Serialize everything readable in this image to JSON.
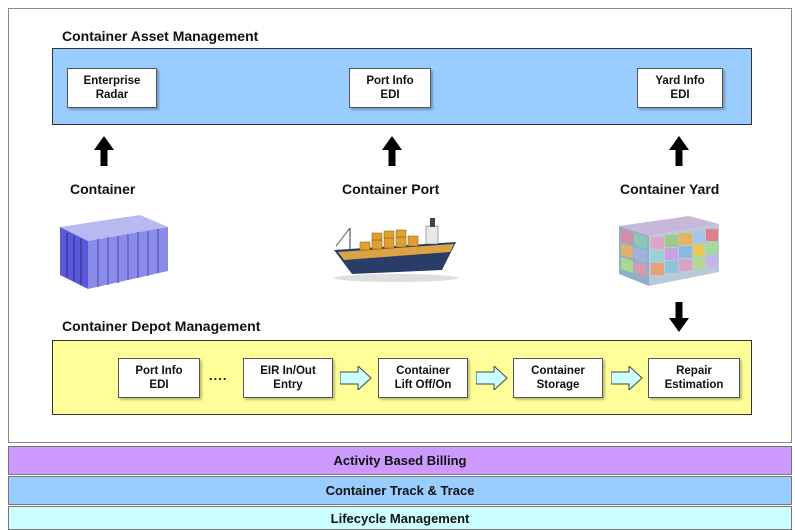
{
  "asset": {
    "title": "Container Asset Management",
    "boxes": [
      {
        "line1": "Enterprise",
        "line2": "Radar"
      },
      {
        "line1": "Port Info",
        "line2": "EDI"
      },
      {
        "line1": "Yard Info",
        "line2": "EDI"
      }
    ]
  },
  "sources": {
    "container": "Container",
    "port": "Container Port",
    "yard": "Container Yard"
  },
  "depot": {
    "title": "Container Depot Management",
    "ellipsis": "....",
    "steps": [
      {
        "line1": "Port Info",
        "line2": "EDI"
      },
      {
        "line1": "EIR In/Out",
        "line2": "Entry"
      },
      {
        "line1": "Container",
        "line2": "Lift Off/On"
      },
      {
        "line1": "Container",
        "line2": "Storage"
      },
      {
        "line1": "Repair",
        "line2": "Estimation"
      }
    ]
  },
  "bands": [
    {
      "label": "Activity Based Billing",
      "color": "#cc99ff"
    },
    {
      "label": "Container Track & Trace",
      "color": "#99ccff"
    },
    {
      "label": "Lifecycle Management",
      "color": "#ccffff"
    }
  ],
  "colors": {
    "asset_fill": "#99ccff",
    "depot_fill": "#ffff99",
    "flow_arrow": "#ccffff"
  }
}
